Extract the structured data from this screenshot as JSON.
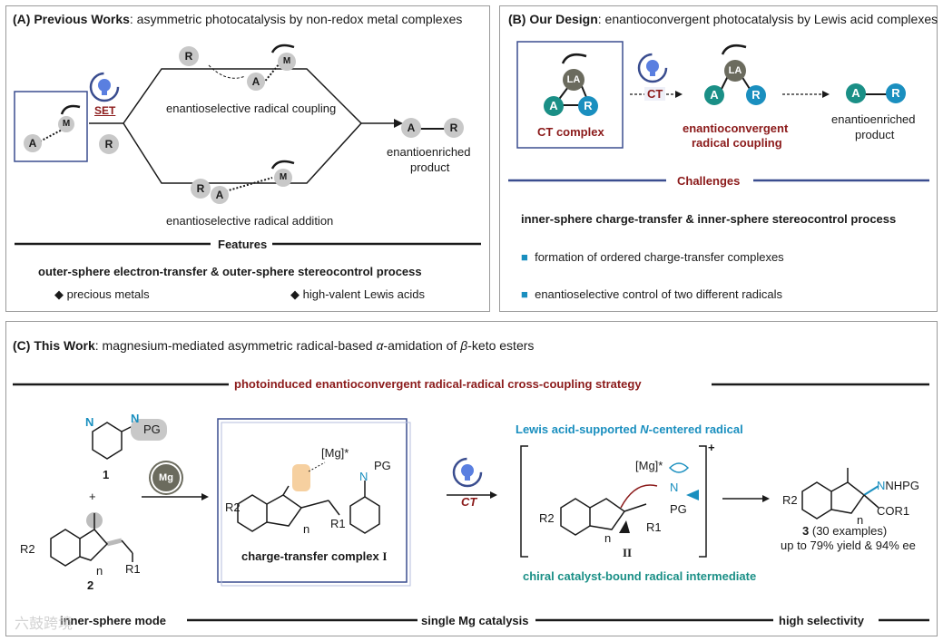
{
  "panelA": {
    "title_bold": "(A) Previous Works",
    "title_rest": ": asymmetric photocatalysis by non-redox metal complexes",
    "label_a": "A",
    "label_m": "M",
    "label_r": "R",
    "set_label": "SET",
    "coupling_label": "enantioselective radical coupling",
    "addition_label": "enantioselective radical addition",
    "product_line1": "enantioenriched",
    "product_line2": "product",
    "features_label": "Features",
    "outer_sphere": "outer-sphere electron-transfer & outer-sphere stereocontrol process",
    "bullet1": "precious metals",
    "bullet2": "high-valent Lewis acids"
  },
  "panelB": {
    "title_bold": "(B) Our Design",
    "title_rest": ": enantioconvergent photocatalysis by Lewis acid complexes",
    "label_la": "LA",
    "ct_complex": "CT complex",
    "ct_arrow": "CT",
    "convergent_line1": "enantioconvergent",
    "convergent_line2": "radical coupling",
    "product_line1": "enantioenriched",
    "product_line2": "product",
    "challenges_label": "Challenges",
    "inner_sphere": "inner-sphere charge-transfer & inner-sphere stereocontrol process",
    "bullet1": "formation of ordered charge-transfer complexes",
    "bullet2": "enantioselective control of two different radicals"
  },
  "panelC": {
    "title_bold": "(C) This Work",
    "title_rest_1": ": magnesium-mediated asymmetric radical-based ",
    "title_alpha": "α",
    "title_rest_2": "-amidation of ",
    "title_beta": "β",
    "title_rest_3": "-keto esters",
    "strategy": "photoinduced enantioconvergent radical-radical cross-coupling strategy",
    "pg_label": "PG",
    "n_label": "N",
    "compound1": "1",
    "compound2": "2",
    "plus": "+",
    "mg_label": "Mg",
    "mg_complex": "[Mg]*",
    "r1": "R1",
    "r2": "R2",
    "n_sub": "n",
    "ct_complex_label": "charge-transfer complex",
    "roman_one": "I",
    "ct_arrow": "CT",
    "lewis_radical_prefix": "Lewis acid-supported ",
    "lewis_radical_n": "N",
    "lewis_radical_suffix": "-centered radical",
    "intermediate_label": "II",
    "chiral_intermediate": "chiral catalyst-bound radical intermediate",
    "nhpg": "NHPG",
    "cor1": "COR1",
    "product_number": "3",
    "product_examples": "(30 examples)",
    "product_yield": "up to 79% yield & 94% ee",
    "bottom_left": "inner-sphere mode",
    "bottom_mid": "single Mg catalysis",
    "bottom_right": "high selectivity",
    "watermark": "六鼓跨境"
  },
  "colors": {
    "dark_red": "#8b1a1a",
    "blue": "#1a8fbf",
    "teal": "#1a8f86",
    "navy_frame": "#3a4d8f",
    "orange_highlight": "#f0b060",
    "gray_ball": "#c8c8c8",
    "dark_ball": "#6b6b5e"
  }
}
